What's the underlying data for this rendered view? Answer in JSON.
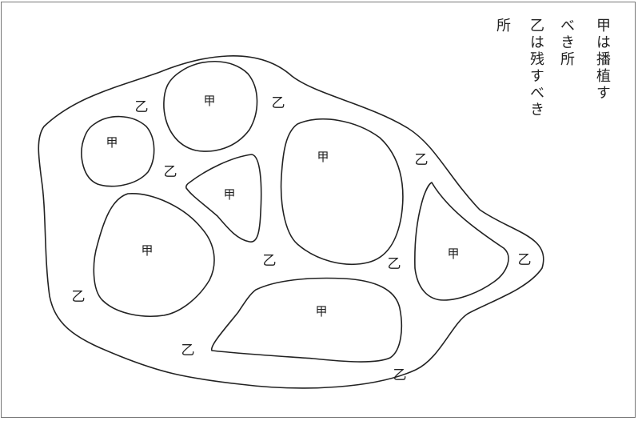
{
  "legend": {
    "lines": [
      "甲は播植す",
      "べき所",
      "乙は残すべき",
      "所"
    ]
  },
  "labels": {
    "ko": "甲",
    "otsu": "乙"
  },
  "colors": {
    "ink": "#222222",
    "frame": "#777777",
    "background": "#ffffff"
  }
}
